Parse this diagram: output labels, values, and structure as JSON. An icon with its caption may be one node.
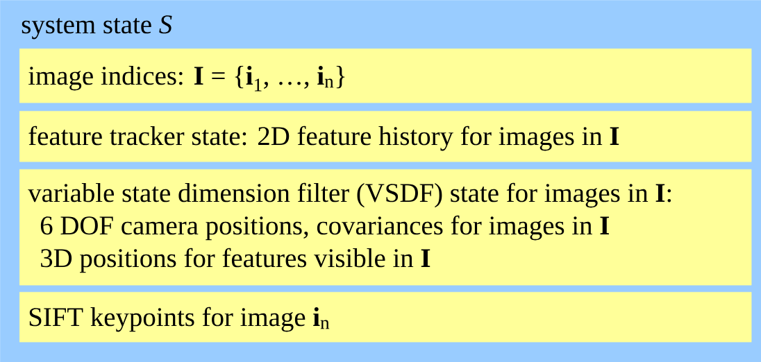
{
  "diagram": {
    "nodes": [
      {
        "text": [
          "system state *S*"
        ]
      },
      {
        "text": [
          "image indices: **I** = {**i**$_{1}$, …, **i**$_{n}$}"
        ],
        "in": 0
      },
      {
        "text": [
          "feature tracker state: 2D feature history for images in **I**"
        ],
        "in": 0
      },
      {
        "text": [
          "variable state dimension filter (VSDF) state for images in **I**:",
          "6 DOF camera positions, covariances for images in **I**",
          "3D positions for features visible in **I**"
        ],
        "in": 0
      },
      {
        "text": [
          "SIFT keypoints for image **i**$_{n}$"
        ],
        "in": 0
      }
    ]
  }
}
